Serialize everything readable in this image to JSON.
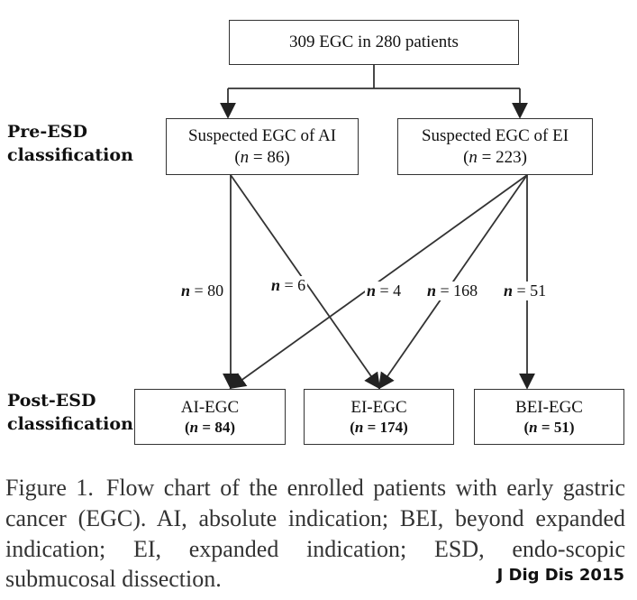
{
  "diagram": {
    "top_box": {
      "label": "309 EGC in 280 patients"
    },
    "row_labels": {
      "pre_esd": [
        "Pre-ESD",
        "classification"
      ],
      "post_esd": [
        "Post-ESD",
        "classification"
      ]
    },
    "pre_boxes": [
      {
        "title": "Suspected EGC of AI",
        "n_prefix": "n",
        "n_value": "= 86"
      },
      {
        "title": "Suspected EGC of EI",
        "n_prefix": "n",
        "n_value": "= 223"
      }
    ],
    "post_boxes": [
      {
        "title": "AI-EGC",
        "n_prefix": "n",
        "n_value": "= 84"
      },
      {
        "title": "EI-EGC",
        "n_prefix": "n",
        "n_value": "= 174"
      },
      {
        "title": "BEI-EGC",
        "n_prefix": "n",
        "n_value": "= 51"
      }
    ],
    "flows": [
      {
        "from": "Suspected EGC of AI",
        "to": "AI-EGC",
        "n_prefix": "n",
        "n_value": "= 80"
      },
      {
        "from": "Suspected EGC of AI",
        "to": "EI-EGC",
        "n_prefix": "n",
        "n_value": "= 6"
      },
      {
        "from": "Suspected EGC of EI",
        "to": "AI-EGC",
        "n_prefix": "n",
        "n_value": "= 4"
      },
      {
        "from": "Suspected EGC of EI",
        "to": "EI-EGC",
        "n_prefix": "n",
        "n_value": "= 168"
      },
      {
        "from": "Suspected EGC of EI",
        "to": "BEI-EGC",
        "n_prefix": "n",
        "n_value": "= 51"
      }
    ]
  },
  "caption": {
    "figure_label": "Figure 1.",
    "text": "Flow chart of the enrolled patients with early gastric cancer (EGC). AI, absolute indication; BEI, beyond expanded indication; EI, expanded indication; ESD, endo-scopic submucosal dissection."
  },
  "source": "J Dig Dis 2015",
  "colors": {
    "line": "#333333",
    "text": "#111111",
    "background": "#ffffff"
  }
}
